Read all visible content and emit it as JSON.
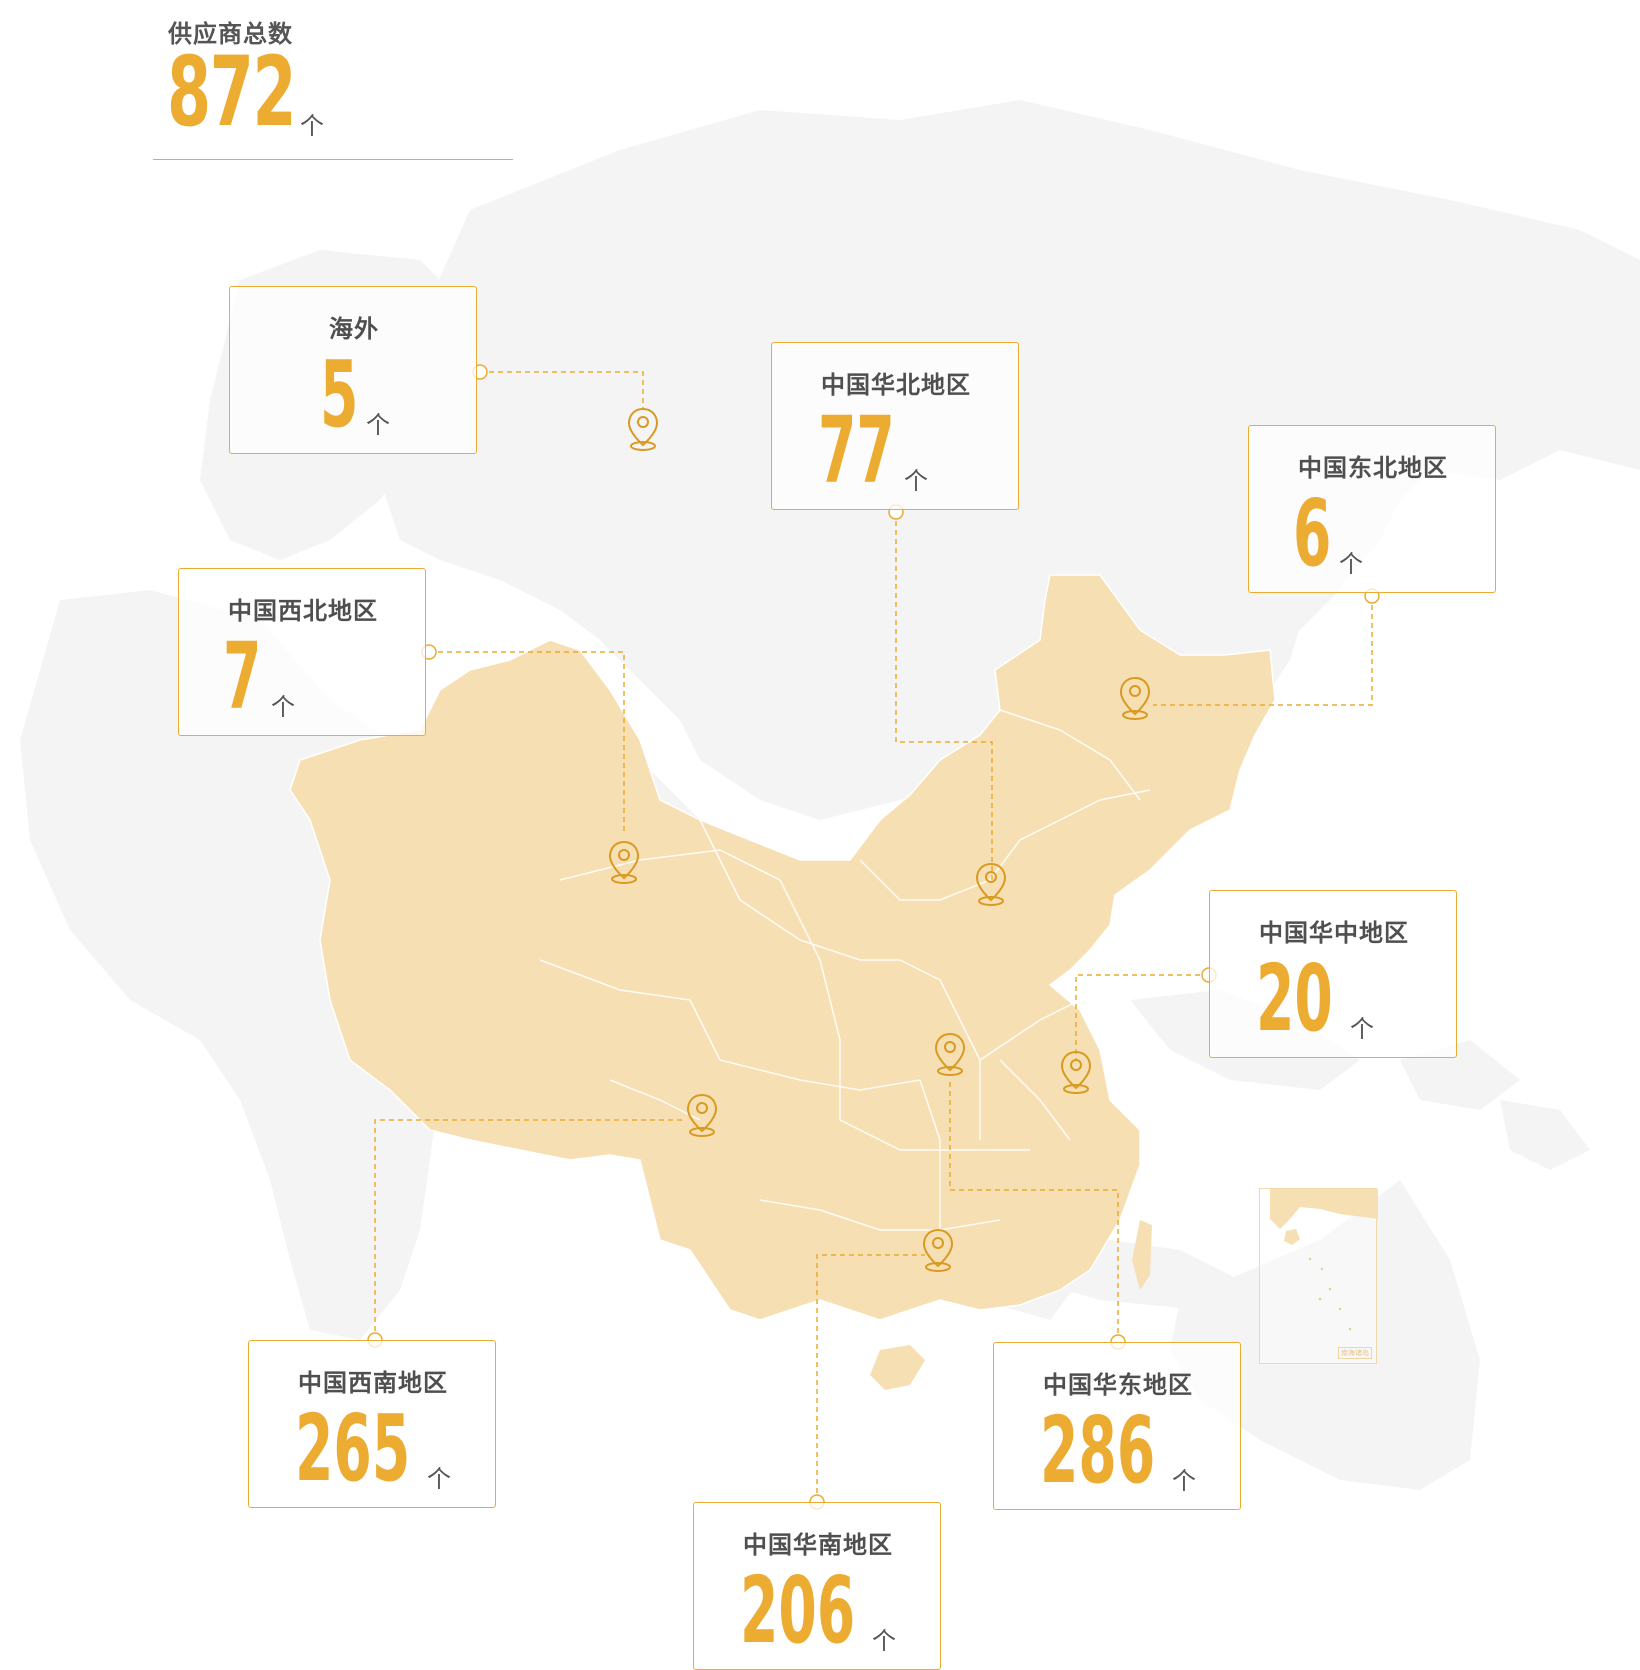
{
  "total": {
    "label": "供应商总数",
    "value": "872",
    "unit": "个"
  },
  "regions": [
    {
      "id": "overseas",
      "name": "海外",
      "value": "5",
      "unit": "个"
    },
    {
      "id": "north",
      "name": "中国华北地区",
      "value": "77",
      "unit": "个"
    },
    {
      "id": "northeast",
      "name": "中国东北地区",
      "value": "6",
      "unit": "个"
    },
    {
      "id": "northwest",
      "name": "中国西北地区",
      "value": "7",
      "unit": "个"
    },
    {
      "id": "central",
      "name": "中国华中地区",
      "value": "20",
      "unit": "个"
    },
    {
      "id": "southwest",
      "name": "中国西南地区",
      "value": "265",
      "unit": "个"
    },
    {
      "id": "east",
      "name": "中国华东地区",
      "value": "286",
      "unit": "个"
    },
    {
      "id": "south",
      "name": "中国华南地区",
      "value": "206",
      "unit": "个"
    }
  ],
  "inset": {
    "label": "南海诸岛"
  },
  "colors": {
    "accent": "#ecab31",
    "china_fill": "#f6dfb3",
    "world_fill": "#f4f4f4",
    "label_text": "#4f4f4f"
  },
  "icons": {
    "marker": "location-pin-icon"
  }
}
